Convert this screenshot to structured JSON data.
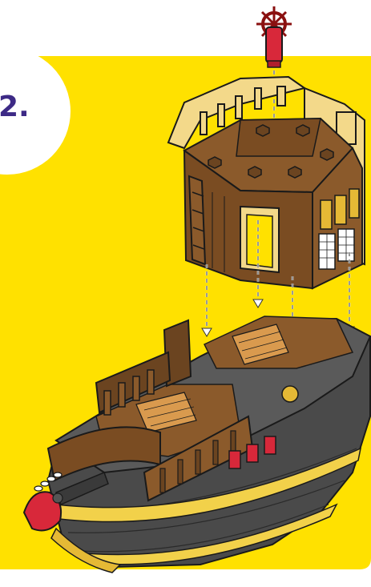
{
  "instruction": {
    "step_number": "2."
  },
  "colors": {
    "panel_background": "#FFE100",
    "step_number_color": "#3D2A86",
    "hull_gray": "#4A4A4A",
    "deck_brown": "#8B5A2B",
    "trim_yellow": "#F2D14A",
    "accent_red": "#D8283A"
  },
  "parts": [
    "ship-wheel-piece",
    "upper-deck-assembly",
    "ship-hull-assembly"
  ]
}
